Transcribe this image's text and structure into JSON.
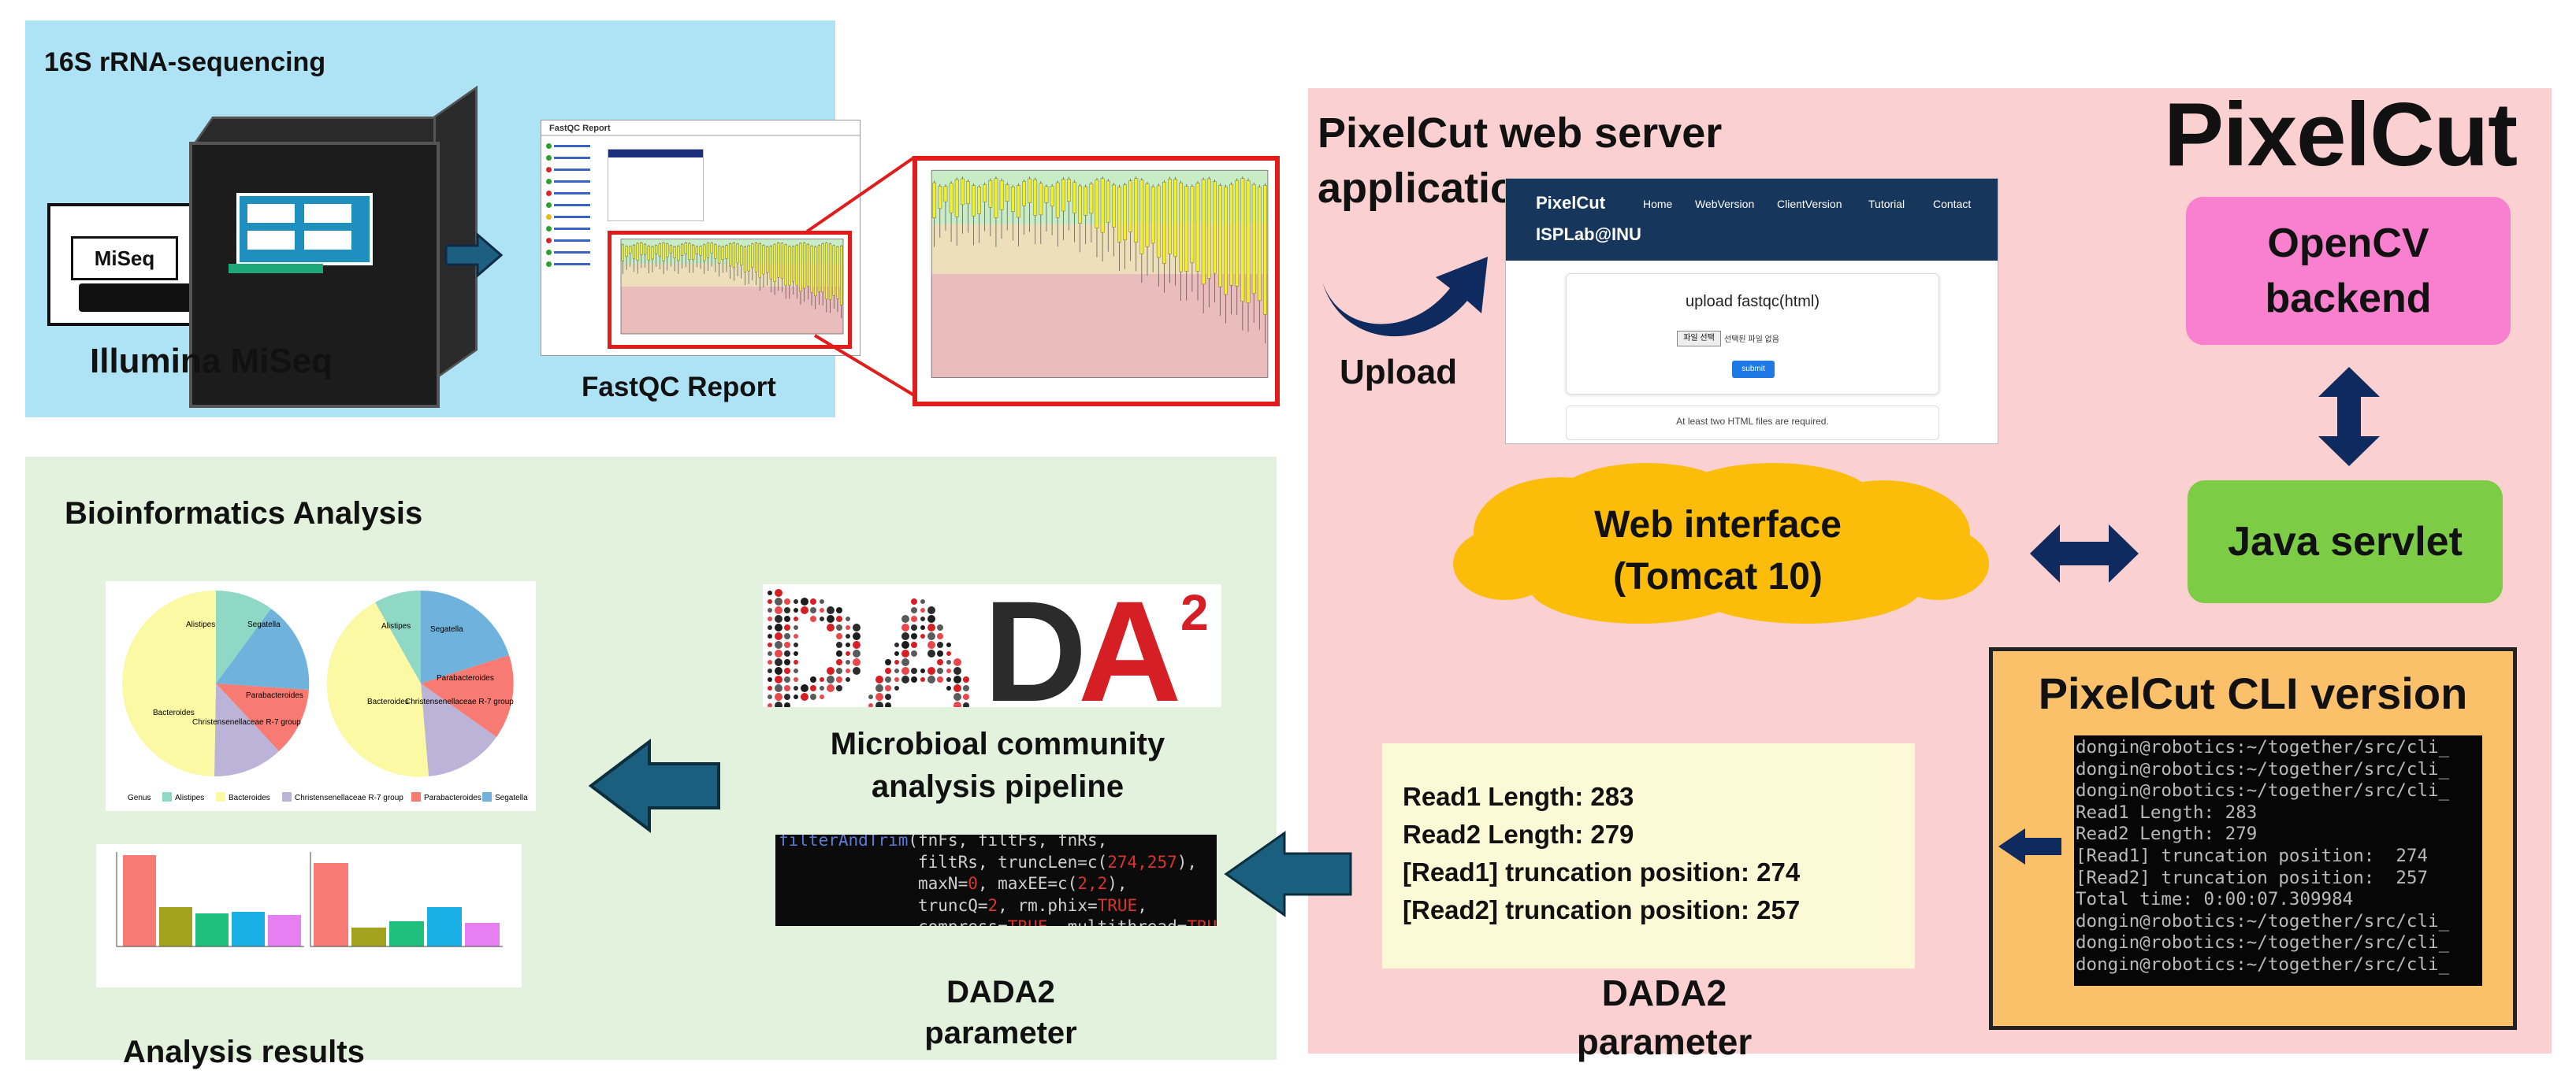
{
  "sequencing": {
    "title": "16S rRNA-sequencing",
    "machine_label": "MiSeq",
    "machine_caption": "Illumina MiSeq",
    "report_caption": "FastQC Report",
    "report_title": "FastQC Report"
  },
  "bioinformatics": {
    "title": "Bioinformatics Analysis",
    "pipeline_caption": [
      "Microbioal community",
      "analysis pipeline"
    ],
    "param_caption": [
      "DADA2",
      "parameter"
    ],
    "results_caption": "Analysis results",
    "logo_text_left": "DA",
    "logo_text_right": "DA",
    "logo_superscript": "2",
    "code_lines": [
      "filterAndTrim(fnFs, filtFs, fnRs,",
      "              filtRs, truncLen=c(274,257),",
      "              maxN=0, maxEE=c(2,2),",
      "              truncQ=2, rm.phix=TRUE,",
      "              compress=TRUE, multithread=TRUE)"
    ],
    "pie_labels": [
      "Alistipes",
      "Segatella",
      "Parabacteroides",
      "Bacteroides",
      "Christensenellaceae R-7 group"
    ],
    "legend": {
      "title": "Genus",
      "items": [
        "Alistipes",
        "Bacteroides",
        "Christensenellaceae R-7 group",
        "Parabacteroides",
        "Segatella"
      ]
    }
  },
  "pixelcut": {
    "brand": "PixelCut",
    "web_server_title": [
      "PixelCut web server",
      "application"
    ],
    "upload_label": "Upload",
    "web_interface": [
      "Web interface",
      "(Tomcat 10)"
    ],
    "opencv": [
      "OpenCV",
      "backend"
    ],
    "java": "Java servlet",
    "cli_title": "PixelCut CLI version",
    "cli_lines": [
      "dongin@robotics:~/together/src/cli_",
      "dongin@robotics:~/together/src/cli_",
      "dongin@robotics:~/together/src/cli_",
      "Read1 Length: 283",
      "Read2 Length: 279",
      "[Read1] truncation position:  274",
      "[Read2] truncation position:  257",
      "Total time: 0:00:07.309984",
      "dongin@robotics:~/together/src/cli_",
      "dongin@robotics:~/together/src/cli_",
      "dongin@robotics:~/together/src/cli_"
    ],
    "params": [
      "Read1 Length: 283",
      "Read2 Length: 279",
      "[Read1] truncation position: 274",
      "[Read2] truncation position: 257"
    ],
    "param_caption": [
      "DADA2",
      "parameter"
    ],
    "webapp": {
      "brand": "PixelCut",
      "org": "ISPLab@INU",
      "nav": [
        "Home",
        "WebVersion",
        "ClientVersion",
        "Tutorial",
        "Contact"
      ],
      "upload_title": "upload fastqc(html)",
      "choose_file": "파일 선택",
      "no_file": "선택된 파일 없음",
      "submit": "submit",
      "footer_note": "At least two HTML files are required."
    }
  },
  "colors": {
    "seq_panel": "#aee3f5",
    "bio_panel": "#e2f2dc",
    "pixelcut_panel": "#fbd0d0",
    "opencv": "#f97fcf",
    "java": "#7ccd45",
    "cloud": "#fbbd0a",
    "arrow_navy": "#0f2a5e",
    "arrow_teal": "#1a5f7e",
    "highlight_red": "#e21b1b"
  }
}
